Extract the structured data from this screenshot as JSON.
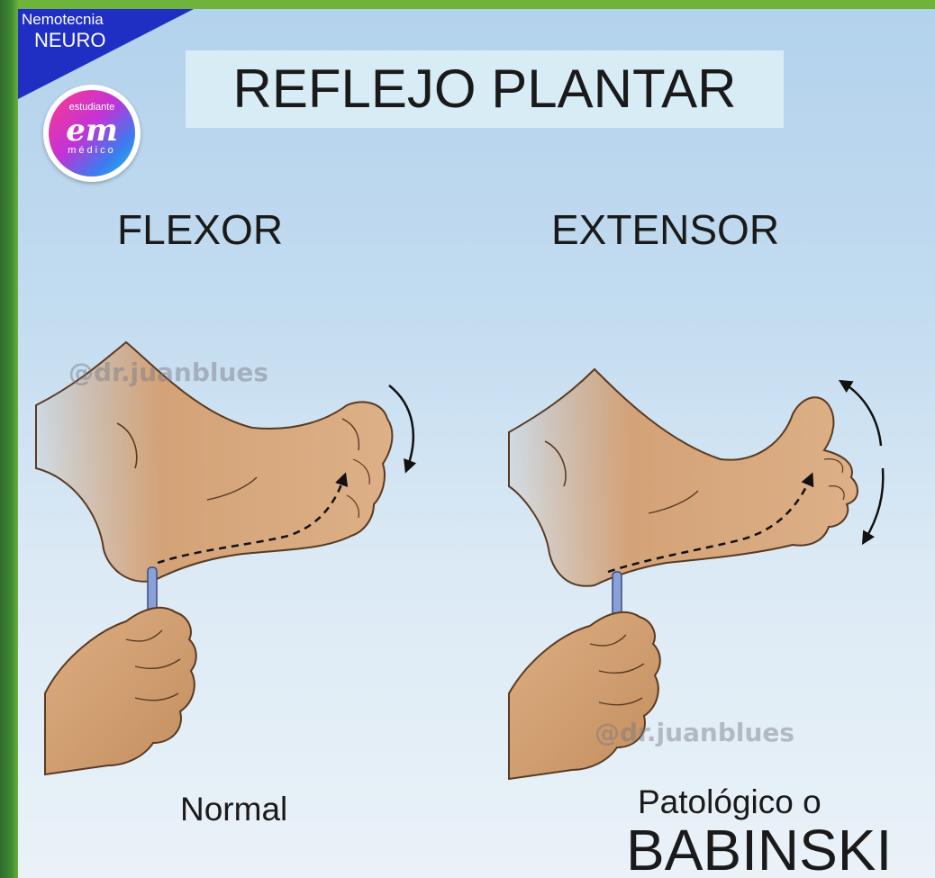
{
  "corner": {
    "line1": "Nemotecnia",
    "line2": "NEURO"
  },
  "logo": {
    "top_text": "estudiante",
    "main_text": "em",
    "bottom_text": "médico"
  },
  "title": "REFLEJO PLANTAR",
  "left_panel": {
    "heading": "FLEXOR",
    "caption": "Normal",
    "watermark": "@dr.juanblues"
  },
  "right_panel": {
    "heading": "EXTENSOR",
    "caption_line1": "Patológico o",
    "caption_line2": "BABINSKI",
    "watermark": "@dr.juanblues"
  },
  "colors": {
    "border_green": "#6fb33a",
    "badge_blue": "#1f2fc4",
    "skin": "#d9a87a",
    "skin_shadow": "#b77f52",
    "outline": "#5a3a22",
    "hammer": "#8aa0d8"
  }
}
